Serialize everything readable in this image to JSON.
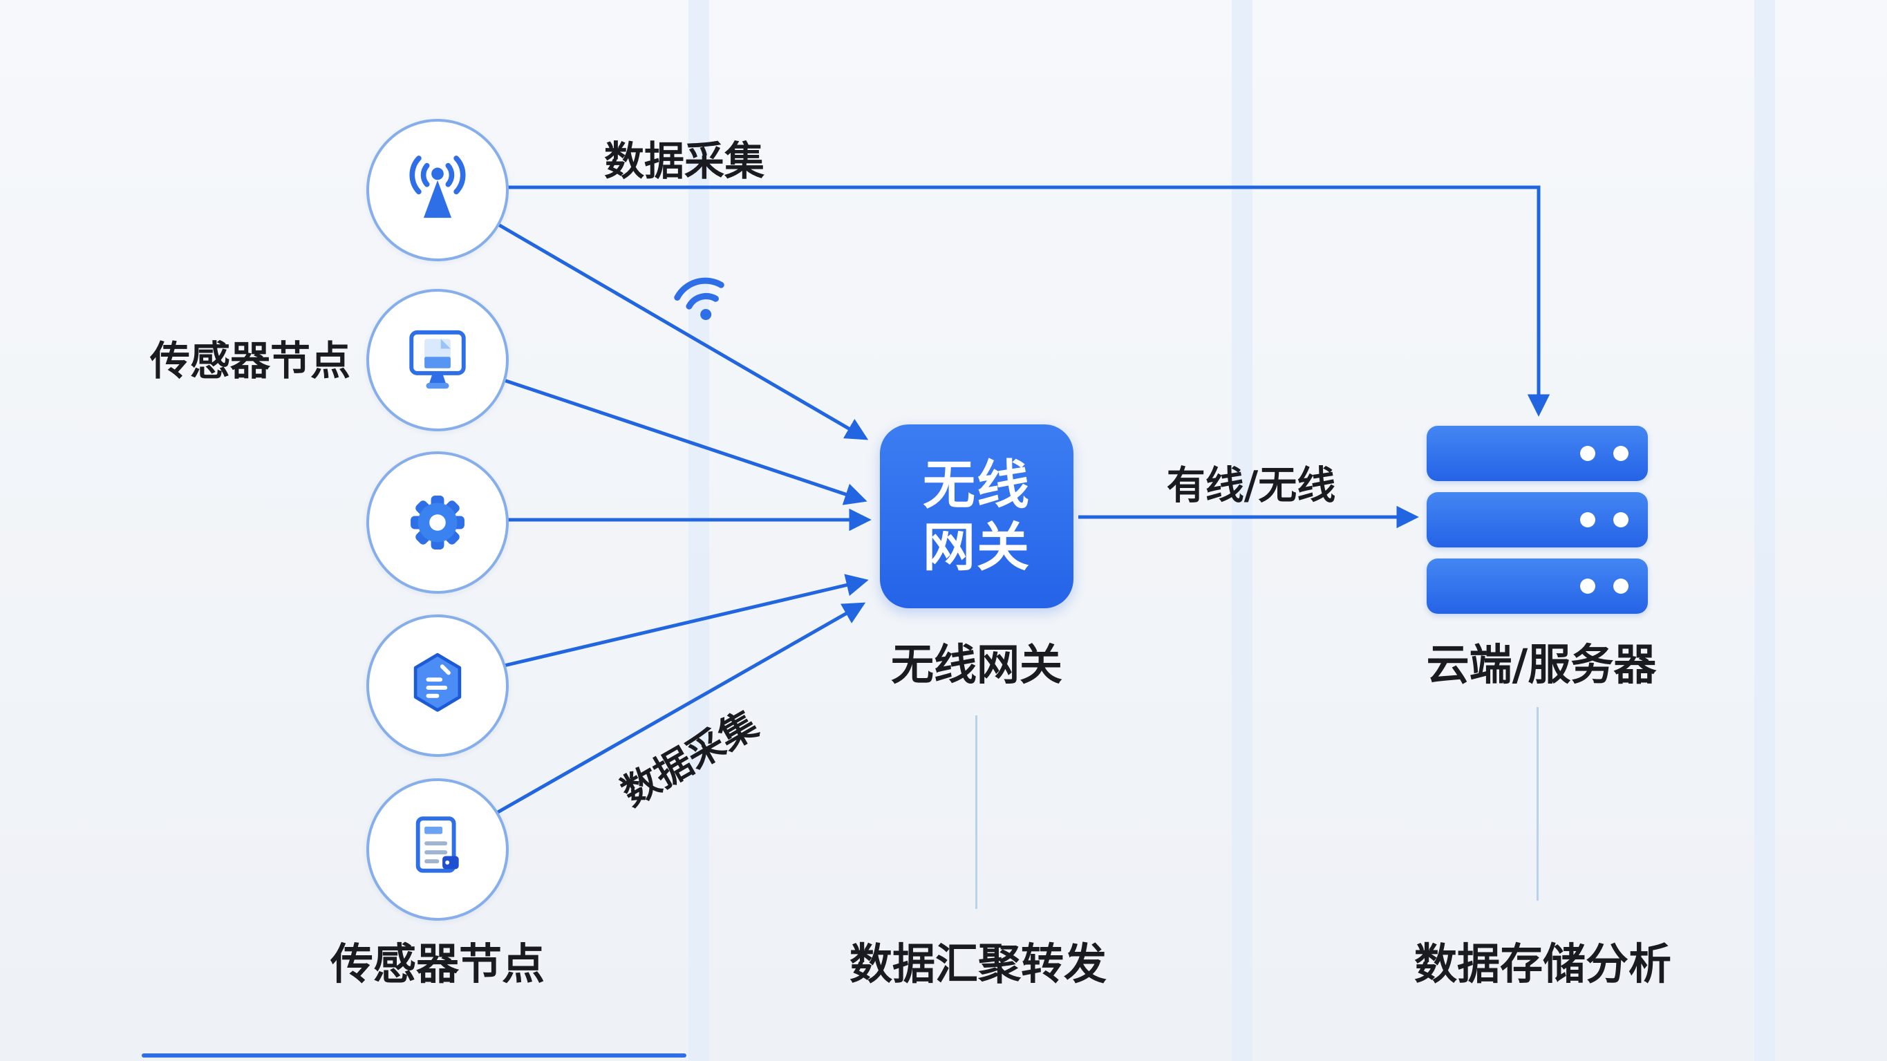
{
  "palette": {
    "primary_blue": "#2166e0",
    "icon_blue": "#2e6fe8",
    "box_blue": "#2f6ee9",
    "circle_border": "#85aeea",
    "text_dark": "#191b20",
    "light_line": "#b9d1f1",
    "stripe": "#e2ecf9",
    "page_bg": "#f3f5f8"
  },
  "sensors": {
    "label_left": "传感器节点",
    "label_bottom": "传感器节点",
    "nodes": [
      {
        "icon": "antenna-icon"
      },
      {
        "icon": "monitor-icon"
      },
      {
        "icon": "gear-icon"
      },
      {
        "icon": "hexagon-list-icon"
      },
      {
        "icon": "document-icon"
      }
    ]
  },
  "gateway": {
    "box_line1": "无线",
    "box_line2": "网关",
    "label": "无线网关",
    "caption": "数据汇聚转发"
  },
  "server": {
    "label": "云端/服务器",
    "caption": "数据存储分析"
  },
  "links": {
    "top_collect_label": "数据采集",
    "diagonal_collect_label": "数据采集",
    "gateway_to_server_label": "有线/无线"
  }
}
